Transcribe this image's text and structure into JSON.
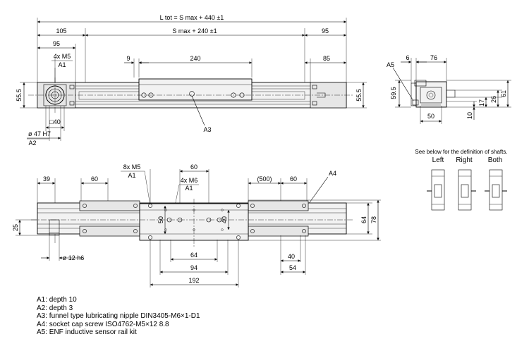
{
  "top_view": {
    "l_tot": "L tot = S max + 440 ±1",
    "s_max": "S max + 240 ±1",
    "d105": "105",
    "d95_top_right": "95",
    "d95_left": "95",
    "d9": "9",
    "d240": "240",
    "d85": "85",
    "m5_note": "4x M5",
    "a1": "A1",
    "d55_5_left": "55.5",
    "d55_5_right": "55.5",
    "sq40": "□40",
    "phi47": "ø 47 H7",
    "a2": "A2",
    "a3": "A3"
  },
  "side_view": {
    "a5": "A5",
    "d6": "6",
    "d76": "76",
    "d59_5": "59.5",
    "d61": "61",
    "d50": "50",
    "d10": "10",
    "d17": "17",
    "d26": "26"
  },
  "shafts": {
    "note": "See below for the definition of shafts.",
    "left": "Left",
    "right": "Right",
    "both": "Both"
  },
  "bottom_view": {
    "m5_note": "8x M5",
    "a1_m5": "A1",
    "d60_carriage": "60",
    "m6_note": "4x M6",
    "a1_m6": "A1",
    "a4": "A4",
    "d39": "39",
    "d60_left": "60",
    "d500": "(500)",
    "d60_right": "60",
    "d25": "25",
    "d50": "50",
    "d40_v": "40",
    "d64_v": "64",
    "d78": "78",
    "phi12": "ø 12 h6",
    "d64": "64",
    "d94": "94",
    "d192": "192",
    "d40_h": "40",
    "d54": "54"
  },
  "notes": [
    "A1: depth 10",
    "A2: depth 3",
    "A3: funnel type lubricating nipple DIN3405-M6×1-D1",
    "A4: socket cap screw ISO4762-M5×12 8.8",
    "A5: ENF inductive sensor rail kit"
  ]
}
